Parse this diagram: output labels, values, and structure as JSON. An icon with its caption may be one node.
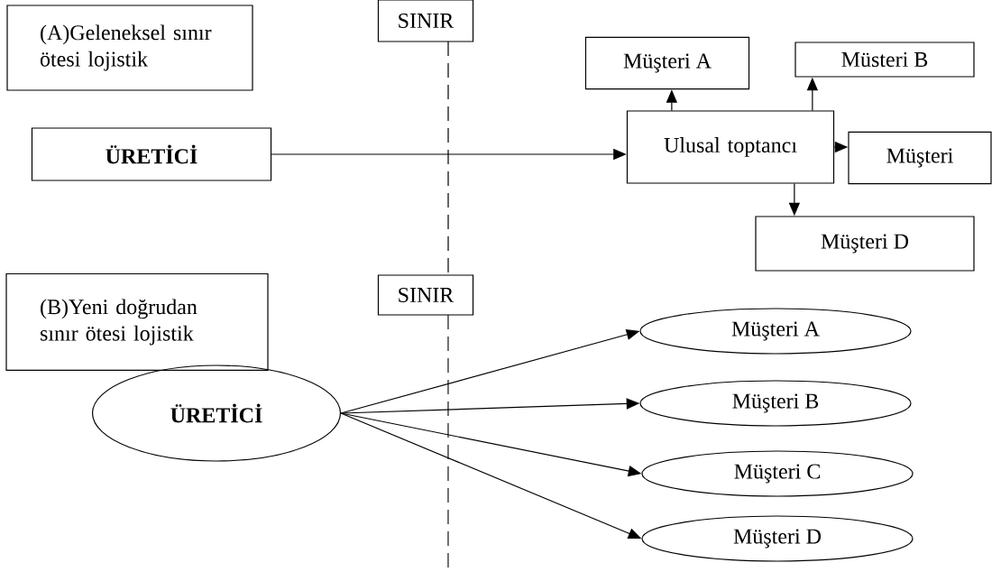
{
  "diagram": {
    "nodes": [
      {
        "text": [
          "(A)Geleneksel sınır ötesi lojistik"
        ]
      },
      {
        "text": [
          "SINIR"
        ]
      },
      {
        "text": [
          "Müşteri A"
        ]
      },
      {
        "text": [
          "Müsteri B"
        ]
      },
      {
        "text": [
          "ÜRETİCİ"
        ]
      },
      {
        "text": [
          "Ulusal toptancı"
        ]
      },
      {
        "text": [
          "Müşteri"
        ]
      },
      {
        "text": [
          "Müşteri D"
        ]
      },
      {
        "text": [
          "(B)Yeni doğrudan sınır ötesi lojistik"
        ]
      },
      {
        "text": [
          "SINIR"
        ]
      },
      {
        "text": [
          "ÜRETİCİ"
        ]
      },
      {
        "text": [
          "Müşteri A"
        ]
      },
      {
        "text": [
          "Müşteri B"
        ]
      },
      {
        "text": [
          "Müşteri C"
        ]
      },
      {
        "text": [
          "Müşteri D"
        ]
      }
    ],
    "edges": [
      {
        "from": 4,
        "to": 5,
        "arrow": "to"
      },
      {
        "from": 5,
        "to": 2,
        "arrow": "to"
      },
      {
        "from": 5,
        "to": 3,
        "arrow": "to"
      },
      {
        "from": 5,
        "to": 6,
        "arrow": "to"
      },
      {
        "from": 5,
        "to": 7,
        "arrow": "to"
      },
      {
        "from": 10,
        "to": 11,
        "arrow": "to"
      },
      {
        "from": 10,
        "to": 12,
        "arrow": "to"
      },
      {
        "from": 10,
        "to": 13,
        "arrow": "to"
      },
      {
        "from": 10,
        "to": 14,
        "arrow": "to"
      }
    ]
  }
}
